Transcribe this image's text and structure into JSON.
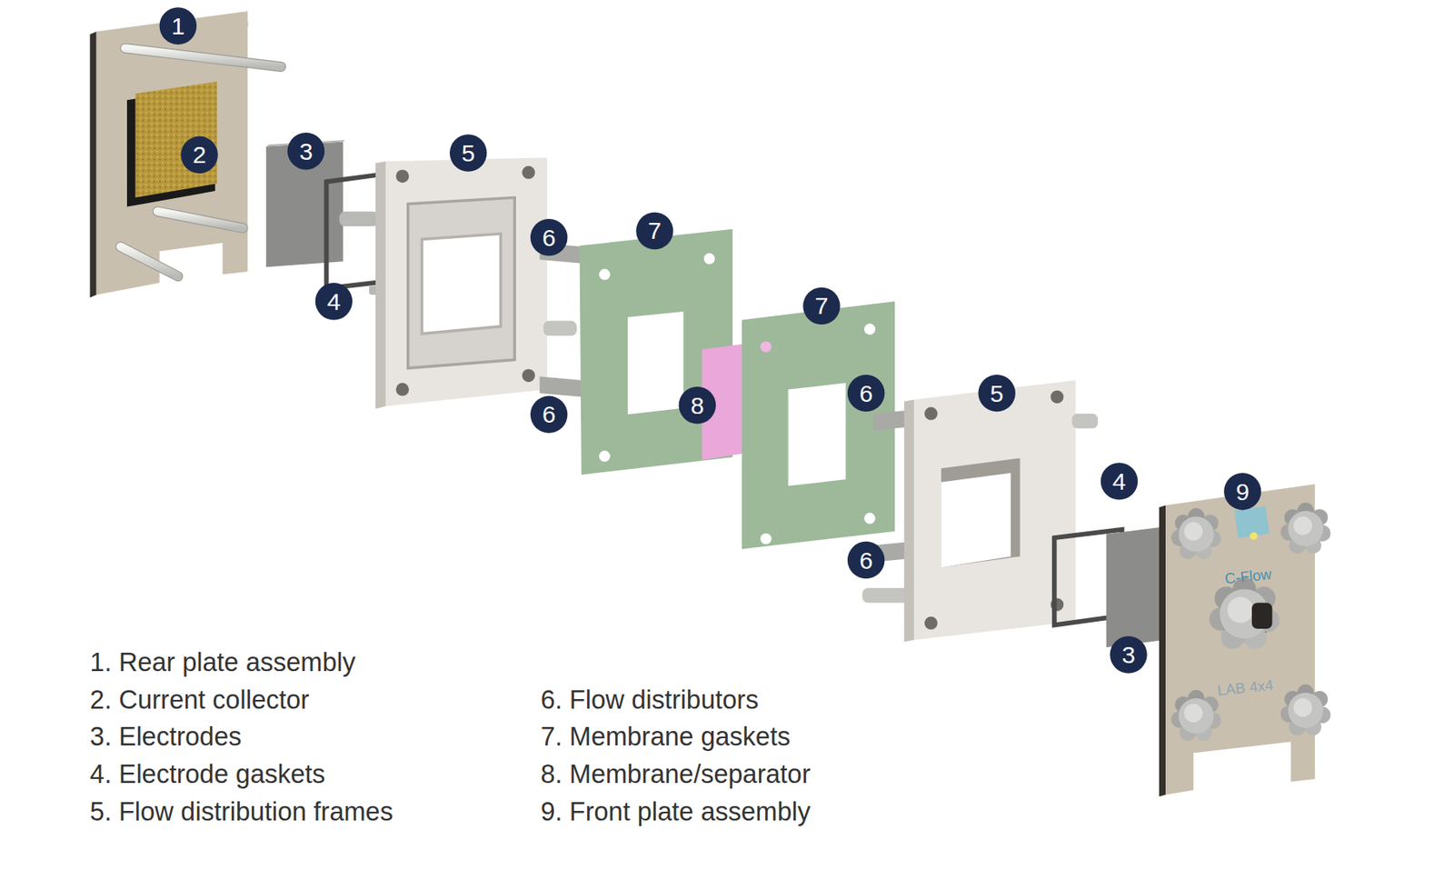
{
  "diagram": {
    "labels": [
      "1",
      "2",
      "3",
      "5",
      "7",
      "6",
      "4",
      "7",
      "6",
      "5",
      "8",
      "6",
      "4",
      "9",
      "6",
      "3",
      "C-Flow",
      "LAB 4x4",
      "1. Rear plate assembly",
      "2. Current collector",
      "3. Electrodes",
      "4. Electrode gaskets",
      "5. Flow distribution frames",
      "6. Flow distributors",
      "7. Membrane gaskets",
      "8. Membrane/separator",
      "9. Front plate assembly"
    ]
  }
}
